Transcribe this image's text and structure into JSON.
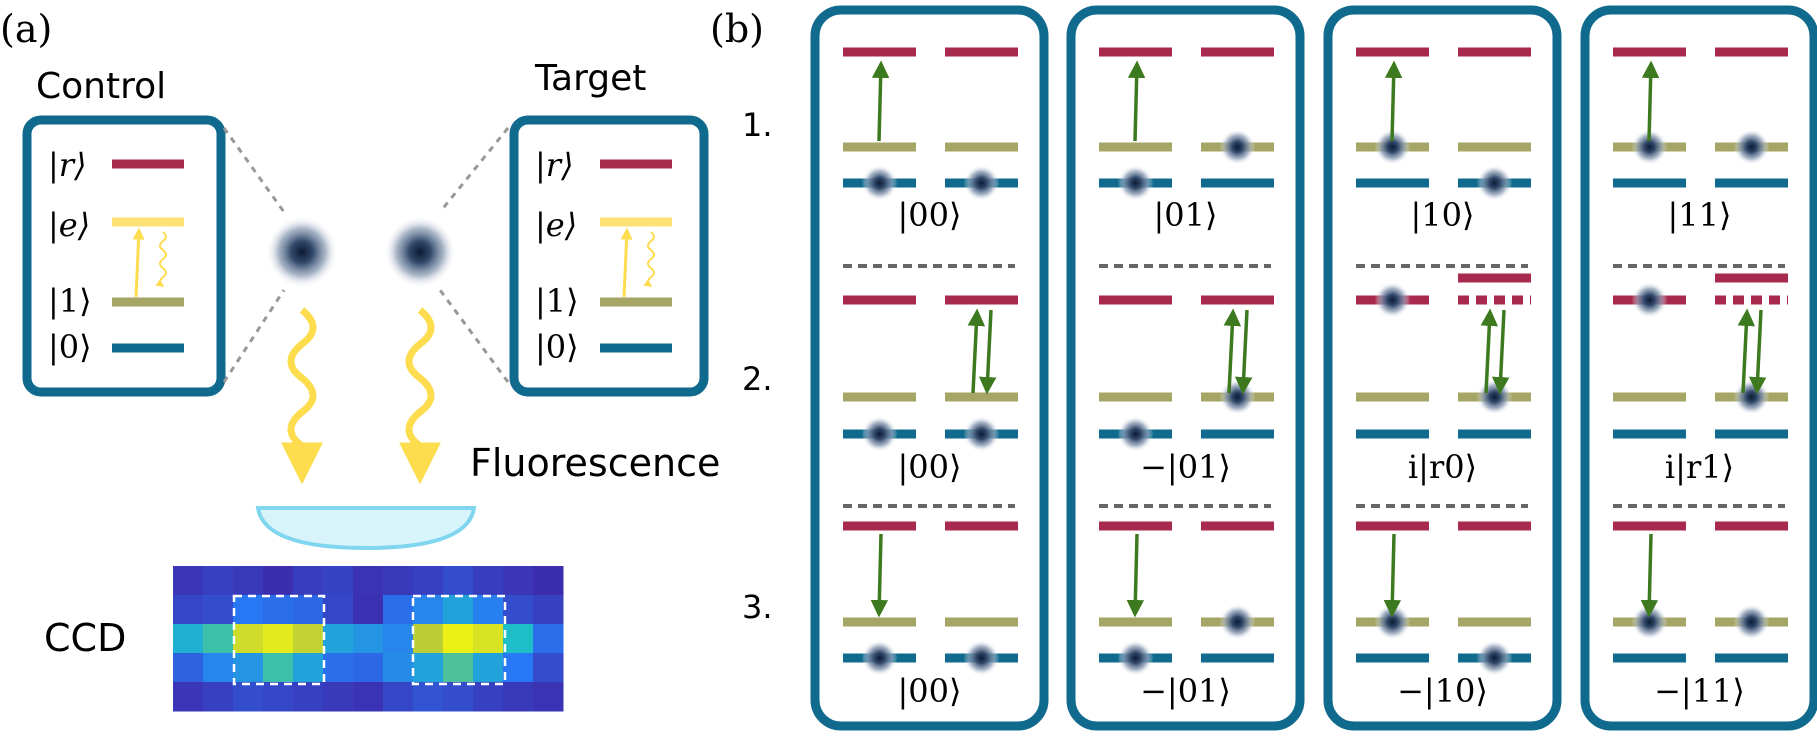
{
  "panel_a": {
    "label": "(a)",
    "control_title": "Control",
    "target_title": "Target",
    "fluorescence_label": "Fluorescence",
    "ccd_label": "CCD",
    "levels": [
      {
        "ket": "|r⟩",
        "color": "#a8294e"
      },
      {
        "ket": "|e⟩",
        "color": "#fde376"
      },
      {
        "ket": "|1⟩",
        "color": "#a5a566"
      },
      {
        "ket": "|0⟩",
        "color": "#0f6a8e"
      }
    ],
    "ccd_grid": [
      [
        0.05,
        0.08,
        0.06,
        0.02,
        0.07,
        0.09,
        0.04,
        0.06,
        0.08,
        0.12,
        0.07,
        0.05,
        0.02
      ],
      [
        0.1,
        0.12,
        0.25,
        0.22,
        0.2,
        0.1,
        0.03,
        0.22,
        0.3,
        0.4,
        0.28,
        0.12,
        0.08
      ],
      [
        0.45,
        0.55,
        0.85,
        0.92,
        0.8,
        0.4,
        0.35,
        0.3,
        0.78,
        0.95,
        0.88,
        0.5,
        0.22
      ],
      [
        0.18,
        0.3,
        0.35,
        0.55,
        0.4,
        0.22,
        0.2,
        0.32,
        0.4,
        0.58,
        0.4,
        0.25,
        0.12
      ],
      [
        0.05,
        0.08,
        0.12,
        0.1,
        0.08,
        0.06,
        0.04,
        0.1,
        0.14,
        0.12,
        0.08,
        0.06,
        0.04
      ]
    ]
  },
  "panel_b": {
    "label": "(b)",
    "step_labels": [
      "1.",
      "2.",
      "3."
    ],
    "columns": [
      {
        "state_labels": [
          "|00⟩",
          "|00⟩",
          "|00⟩"
        ]
      },
      {
        "state_labels": [
          "|01⟩",
          "−|01⟩",
          "−|01⟩"
        ]
      },
      {
        "state_labels": [
          "|10⟩",
          "i|r0⟩",
          "−|10⟩"
        ]
      },
      {
        "state_labels": [
          "|11⟩",
          "i|r1⟩",
          "−|11⟩"
        ]
      }
    ]
  },
  "colors": {
    "frame": "#0f6a8e",
    "rydberg": "#a8294e",
    "excited": "#fde376",
    "one": "#a5a566",
    "zero": "#0f6a8e",
    "arrow": "#3d7a1f",
    "photon": "#fddc4e",
    "lens_fill": "#d8f4fb",
    "lens_edge": "#7fd6ee",
    "dash": "#666666"
  }
}
